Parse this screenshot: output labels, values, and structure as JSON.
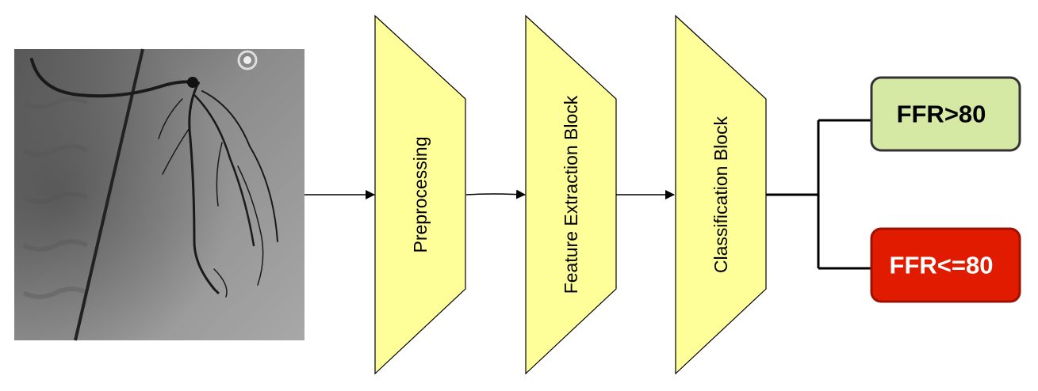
{
  "input_image": {
    "description_icon": "angiogram-image"
  },
  "blocks": [
    {
      "label": "Preprocessing"
    },
    {
      "label": "Feature Extraction Block"
    },
    {
      "label": "Classification Block"
    }
  ],
  "outputs": {
    "positive": {
      "label": "FFR>80",
      "fill": "#d5e8a4",
      "text_color": "#000000"
    },
    "negative": {
      "label": "FFR<=80",
      "fill": "#e01b00",
      "text_color": "#ffffff"
    }
  },
  "colors": {
    "block_fill": "#ffff99",
    "stroke": "#000000"
  }
}
